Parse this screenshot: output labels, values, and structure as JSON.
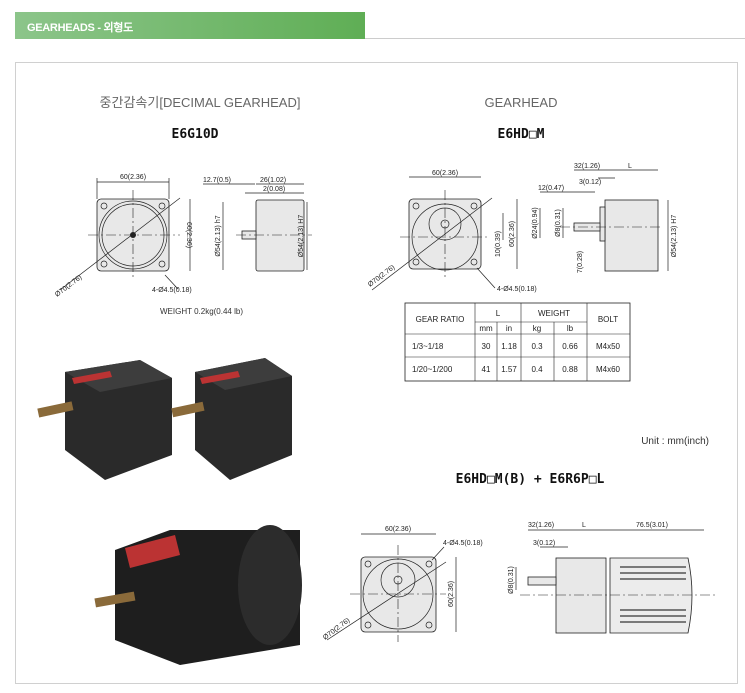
{
  "header": {
    "title": "GEARHEADS - 외형도"
  },
  "left_section": {
    "title": "중간감속기[DECIMAL GEARHEAD]",
    "model": "E6G10D",
    "dims": {
      "width": "60(2.36)",
      "height": "60(2.36)",
      "diag": "Ø70(2.76)",
      "holes": "4-Ø4.5(0.18)",
      "shaft": "12.7(0.5)",
      "length": "26(1.02)",
      "flange": "2(0.08)",
      "bore_h7": "Ø54(2.13) h7",
      "bore_H7": "Ø54(2.13) H7"
    },
    "weight": "WEIGHT 0.2kg(0.44 lb)"
  },
  "right_section": {
    "title": "GEARHEAD",
    "model": "E6HD□M",
    "dims": {
      "width": "60(2.36)",
      "height": "60(2.36)",
      "offset": "10(0.39)",
      "diag": "Ø70(2.76)",
      "holes": "4-Ø4.5(0.18)",
      "shaft_len": "32(1.26)",
      "L": "L",
      "key": "3(0.12)",
      "shaft_tip": "12(0.47)",
      "boss": "Ø24(0.94)",
      "shaft_d": "Ø8(0.31)",
      "key_h": "7(0.28)",
      "bore": "Ø54(2.13) H7"
    },
    "table": {
      "headers": {
        "ratio": "GEAR RATIO",
        "L": "L",
        "weight": "WEIGHT",
        "bolt": "BOLT",
        "mm": "mm",
        "in": "in",
        "kg": "kg",
        "lb": "lb"
      },
      "rows": [
        {
          "ratio": "1/3~1/18",
          "mm": "30",
          "in": "1.18",
          "kg": "0.3",
          "lb": "0.66",
          "bolt": "M4x50"
        },
        {
          "ratio": "1/20~1/200",
          "mm": "41",
          "in": "1.57",
          "kg": "0.4",
          "lb": "0.88",
          "bolt": "M4x60"
        }
      ]
    },
    "unit": "Unit : mm(inch)"
  },
  "bottom_section": {
    "model": "E6HD□M(B) + E6R6P□L",
    "dims": {
      "width": "60(2.36)",
      "height": "60(2.36)",
      "diag": "Ø70(2.76)",
      "holes": "4-Ø4.5(0.18)",
      "shaft_len": "32(1.26)",
      "L": "L",
      "motor_len": "76.5(3.01)",
      "key": "3(0.12)",
      "shaft_d": "Ø8(0.31)"
    }
  },
  "colors": {
    "header_green": "#6ab562",
    "body_fill": "#e8e8e8"
  }
}
